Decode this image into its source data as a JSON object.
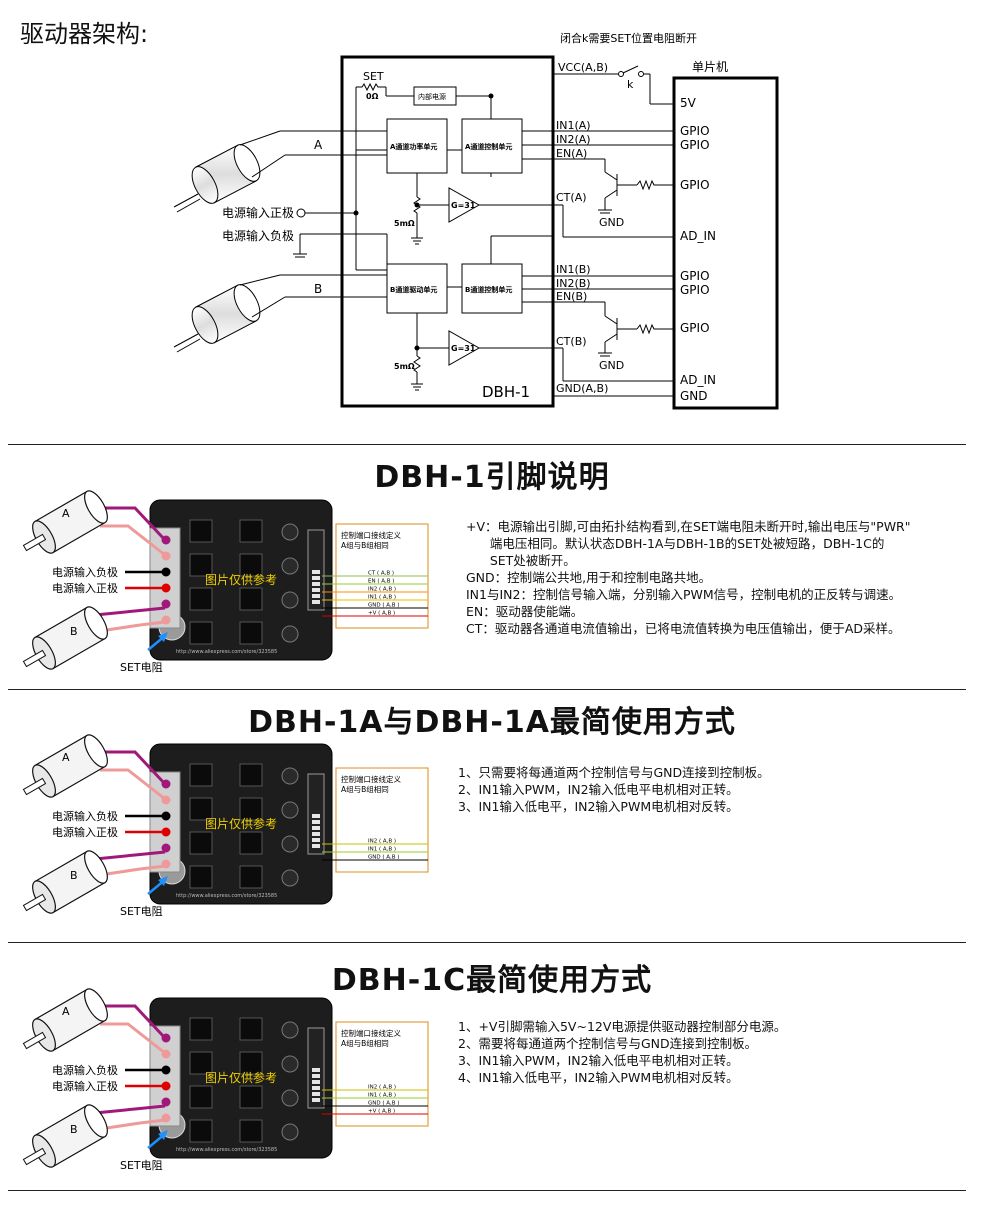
{
  "header": {
    "title": "驱动器架构:"
  },
  "arch": {
    "top_note": "闭合k需要SET位置电阻断开",
    "vcc": "VCC(A,B)",
    "k": "k",
    "mcu": "单片机",
    "set": "SET",
    "set_r": "0Ω",
    "internal_power": "内部电源",
    "a_power": "A通道功率单元",
    "a_ctrl": "A通道控制单元",
    "b_drive": "B通道驱动单元",
    "b_ctrl": "B通道控制单元",
    "gain_a": "G=31",
    "gain_b": "G=31",
    "r5_a": "5mΩ",
    "r5_b": "5mΩ",
    "chip": "DBH-1",
    "line_a": "A",
    "line_b": "B",
    "pwr_pos": "电源输入正极",
    "pwr_neg": "电源输入负极",
    "sig": [
      "IN1(A)",
      "IN2(A)",
      "EN(A)",
      "CT(A)",
      "IN1(B)",
      "IN2(B)",
      "EN(B)",
      "CT(B)",
      "GND(A,B)"
    ],
    "pins": [
      "5V",
      "GPIO",
      "GPIO",
      "GPIO",
      "AD_IN",
      "GPIO",
      "GPIO",
      "GPIO",
      "AD_IN",
      "GND"
    ],
    "gnd_a": "GND",
    "gnd_b": "GND"
  },
  "sections": [
    {
      "title": "DBH-1引脚说明",
      "motor_a": "A",
      "motor_b": "B",
      "neg": "电源输入负极",
      "pos": "电源输入正极",
      "set_label": "SET电阻",
      "watermark": "图片仅供参考",
      "box_title": "控制端口接线定义\nA组与B组相同",
      "box_lines": [
        "CT ( A,B )",
        "EN ( A,B )",
        "IN2 ( A,B )",
        "IN1 ( A,B )",
        "GND ( A,B )",
        "+V ( A,B )"
      ],
      "url": "http://www.aliexpress.com/store/323585",
      "notes": "+V：电源输出引脚,可由拓扑结构看到,在SET端电阻未断开时,输出电压与\"PWR\"\n      端电压相同。默认状态DBH-1A与DBH-1B的SET处被短路，DBH-1C的\n      SET处被断开。\nGND：控制端公共地,用于和控制电路共地。\nIN1与IN2：控制信号输入端，分别输入PWM信号，控制电机的正反转与调速。\nEN：驱动器使能端。\nCT：驱动器各通道电流值输出，已将电流值转换为电压值输出，便于AD采样。"
    },
    {
      "title": "DBH-1A与DBH-1A最简使用方式",
      "motor_a": "A",
      "motor_b": "B",
      "neg": "电源输入负极",
      "pos": "电源输入正极",
      "set_label": "SET电阻",
      "watermark": "图片仅供参考",
      "box_title": "控制端口接线定义\nA组与B组相同",
      "box_lines": [
        "IN2 ( A,B )",
        "IN1 ( A,B )",
        "GND ( A,B )"
      ],
      "url": "http://www.aliexpress.com/store/323585",
      "notes": "1、只需要将每通道两个控制信号与GND连接到控制板。\n2、IN1输入PWM，IN2输入低电平电机相对正转。\n3、IN1输入低电平，IN2输入PWM电机相对反转。"
    },
    {
      "title": "DBH-1C最简使用方式",
      "motor_a": "A",
      "motor_b": "B",
      "neg": "电源输入负极",
      "pos": "电源输入正极",
      "set_label": "SET电阻",
      "watermark": "图片仅供参考",
      "box_title": "控制端口接线定义\nA组与B组相同",
      "box_lines": [
        "IN2 ( A,B )",
        "IN1 ( A,B )",
        "GND ( A,B )",
        "+V ( A,B )"
      ],
      "url": "http://www.aliexpress.com/store/323585",
      "notes": "1、+V引脚需输入5V~12V电源提供驱动器控制部分电源。\n2、需要将每通道两个控制信号与GND连接到控制板。\n3、IN1输入PWM，IN2输入低电平电机相对正转。\n4、IN1输入低电平，IN2输入PWM电机相对反转。"
    }
  ]
}
